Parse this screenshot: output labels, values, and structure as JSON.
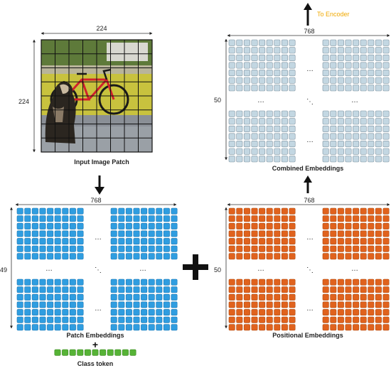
{
  "input_patch": {
    "width_label": "224",
    "height_label": "224",
    "caption": "Input Image Patch",
    "grid_rows": 8,
    "grid_cols": 8
  },
  "combined": {
    "width_label": "768",
    "height_label": "50",
    "caption": "Combined Embeddings",
    "arrow_label": "To Encoder",
    "fill_color": "#c3d7e2",
    "stroke_color": "#7f93a0"
  },
  "patch_embeddings": {
    "width_label": "768",
    "height_label": "49",
    "caption": "Patch Embeddings",
    "fill_color": "#2f9de0",
    "stroke_color": "#1f79b3"
  },
  "positional": {
    "width_label": "768",
    "height_label": "50",
    "caption": "Positional Embeddings",
    "fill_color": "#e0621d",
    "stroke_color": "#b04c12"
  },
  "class_token": {
    "caption": "Class token",
    "count": 11,
    "fill_color": "#56b336",
    "stroke_color": "#3c8a22"
  },
  "operators": {
    "plus_big": "+",
    "plus_small": "+"
  },
  "ellipsis": {
    "horizontal": "…",
    "vertical": "⋮",
    "diagonal": "⋱"
  },
  "colors": {
    "label": "#222222",
    "encoder_label": "#f0a800"
  }
}
